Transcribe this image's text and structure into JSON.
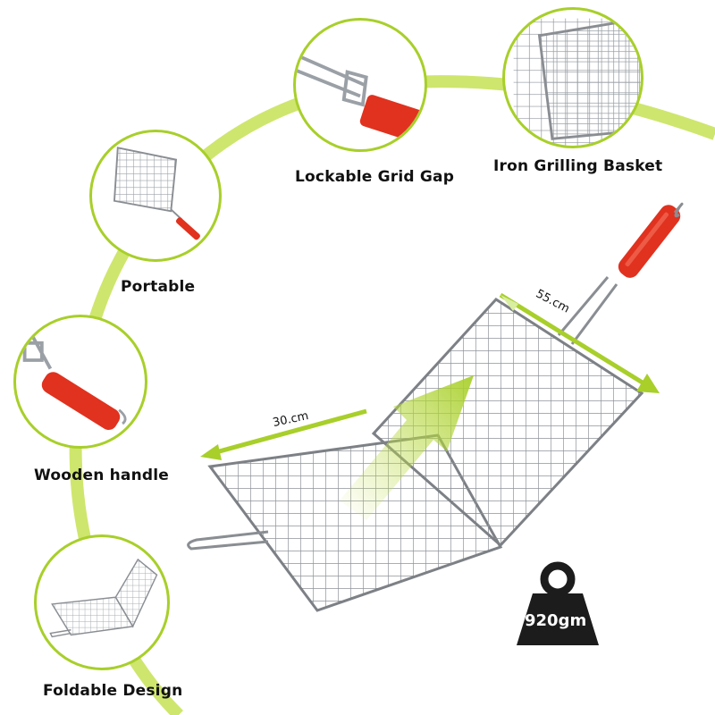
{
  "features": {
    "portable": "Portable",
    "lockable": "Lockable Grid Gap",
    "iron_basket": "Iron Grilling Basket",
    "wooden_handle": "Wooden handle",
    "foldable": "Foldable Design"
  },
  "dimensions": {
    "length": "55.cm",
    "width": "30.cm"
  },
  "weight": "920gm",
  "colors": {
    "accent": "#a8cf2a",
    "handle": "#e0321f",
    "metal": "#9a9ea3",
    "weight_icon": "#1c1c1c"
  },
  "icons": {
    "weight": "kettlebell-weight-icon",
    "arrow": "arrow-icon"
  }
}
